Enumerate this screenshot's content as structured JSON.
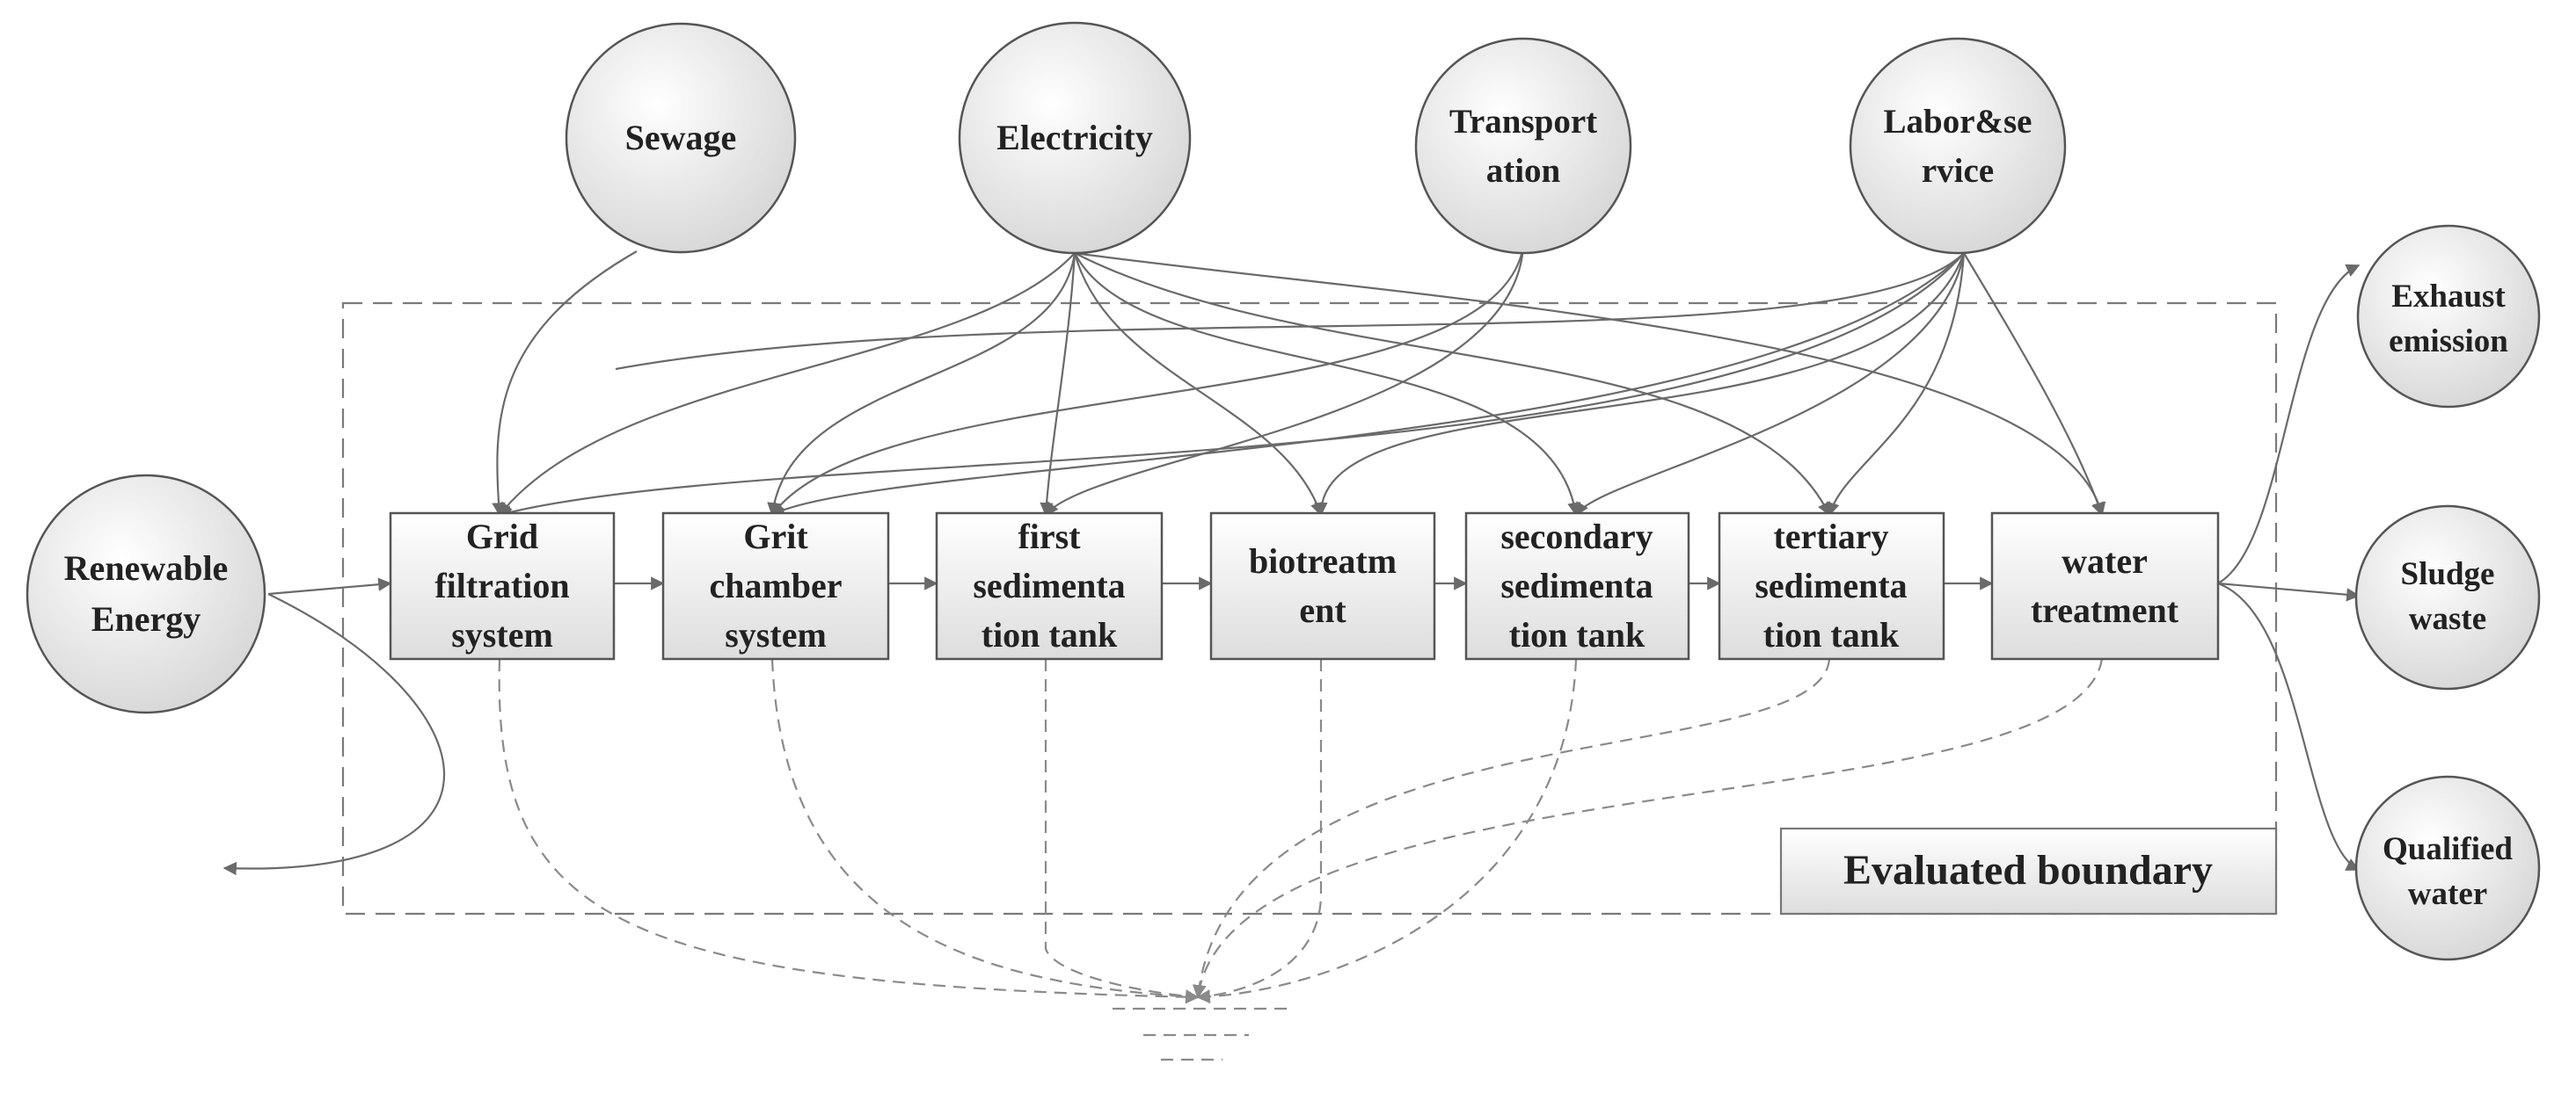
{
  "inputs": [
    {
      "id": "sewage",
      "lines": [
        "Sewage"
      ]
    },
    {
      "id": "electricity",
      "lines": [
        "Electricity"
      ]
    },
    {
      "id": "transportation",
      "lines": [
        "Transport",
        "ation"
      ]
    },
    {
      "id": "labor",
      "lines": [
        "Labor&se",
        "rvice"
      ]
    }
  ],
  "renewable": {
    "lines": [
      "Renewable",
      "Energy"
    ]
  },
  "processes": [
    {
      "id": "grid-filtration",
      "lines": [
        "Grid",
        "filtration",
        "system"
      ]
    },
    {
      "id": "grit-chamber",
      "lines": [
        "Grit",
        "chamber",
        "system"
      ]
    },
    {
      "id": "first-sedimentation",
      "lines": [
        "first",
        "sedimenta",
        "tion tank"
      ]
    },
    {
      "id": "biotreatment",
      "lines": [
        "biotreatm",
        "ent"
      ]
    },
    {
      "id": "secondary-sedimentation",
      "lines": [
        "secondary",
        "sedimenta",
        "tion tank"
      ]
    },
    {
      "id": "tertiary-sedimentation",
      "lines": [
        "tertiary",
        "sedimenta",
        "tion tank"
      ]
    },
    {
      "id": "water-treatment",
      "lines": [
        "water",
        "treatment"
      ]
    }
  ],
  "outputs": [
    {
      "id": "exhaust",
      "lines": [
        "Exhaust",
        "emission"
      ]
    },
    {
      "id": "sludge",
      "lines": [
        "Sludge",
        "waste"
      ]
    },
    {
      "id": "qualified-water",
      "lines": [
        "Qualified",
        "water"
      ]
    }
  ],
  "boundary_label": "Evaluated boundary",
  "colors": {
    "stroke": "#555555",
    "fill_light": "#ffffff",
    "fill_dark": "#d9d9d9",
    "text": "#222222"
  }
}
